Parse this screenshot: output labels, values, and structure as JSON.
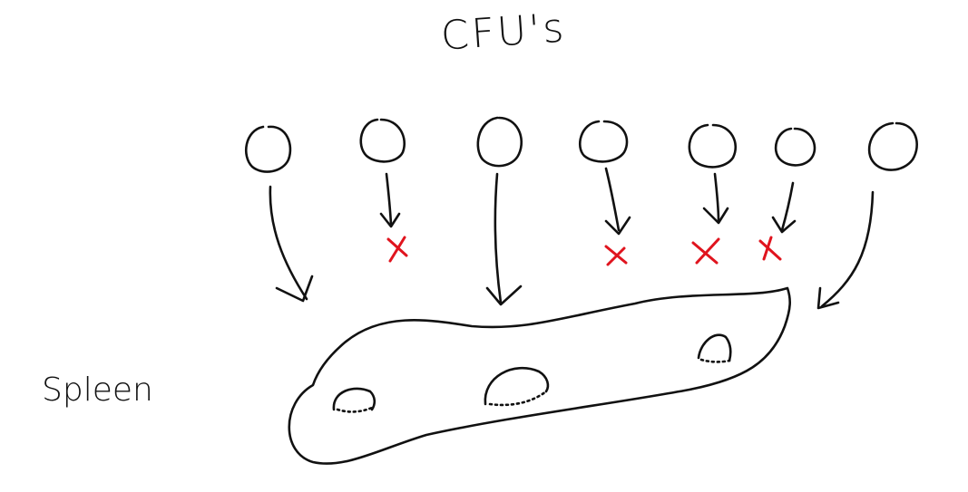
{
  "diagram": {
    "title": "CFU's",
    "organ_label": "Spleen",
    "colors": {
      "ink": "#111111",
      "x_mark": "#e0141e"
    },
    "cells": [
      {
        "id": 1,
        "outcome": "colony"
      },
      {
        "id": 2,
        "outcome": "x"
      },
      {
        "id": 3,
        "outcome": "colony"
      },
      {
        "id": 4,
        "outcome": "x"
      },
      {
        "id": 5,
        "outcome": "x"
      },
      {
        "id": 6,
        "outcome": "x"
      },
      {
        "id": 7,
        "outcome": "colony"
      }
    ],
    "spleen_colony_count": 3
  }
}
